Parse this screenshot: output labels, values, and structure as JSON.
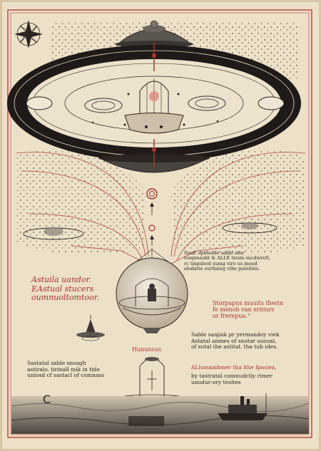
{
  "texts": {
    "right_upper_block": "Souit upkmade sadle mer\nrenpmaulit & ALLE tiesm sucdwretl,\nrc tmpahod sumg viro us mend\nalodatie surtlaing vihe pateilnis.",
    "left_heading": "Astuila uandor.\nEAstual stucers\noumnuoltomtoor.",
    "right_red_block": "Storpapus muuits therin\nfe menob van erniurs\nor frerepua.\"",
    "right_mid_block": "Sable saajiak pr yermandoy viek\nAstatal anmes of sautar suoual,\nof sutal the astital. tha tuh ides.",
    "center_label": "Hununsus",
    "left_lower_block": "Sastatal sable snsugh\nastiralo. tirinall mik in tide\nuniosd cf sastacl of comnass",
    "right_lower_red": "ALlumaaibmer tha ithe fpasiea,",
    "right_lower_block": "by tastratal comnudctly rimer\nunodur-ory tesites",
    "bottom_letter": "C"
  },
  "colors": {
    "paper": "#e9dcc3",
    "ink": "#2b2420",
    "accent_red": "#a8332b",
    "border_red": "#c0534a",
    "ring_dark": "#1f1a18"
  },
  "icons": {
    "compass": "compass-rose-icon",
    "orb": "crystal-orb-icon",
    "dome": "glass-dome-icon",
    "ship": "steamship-icon"
  }
}
